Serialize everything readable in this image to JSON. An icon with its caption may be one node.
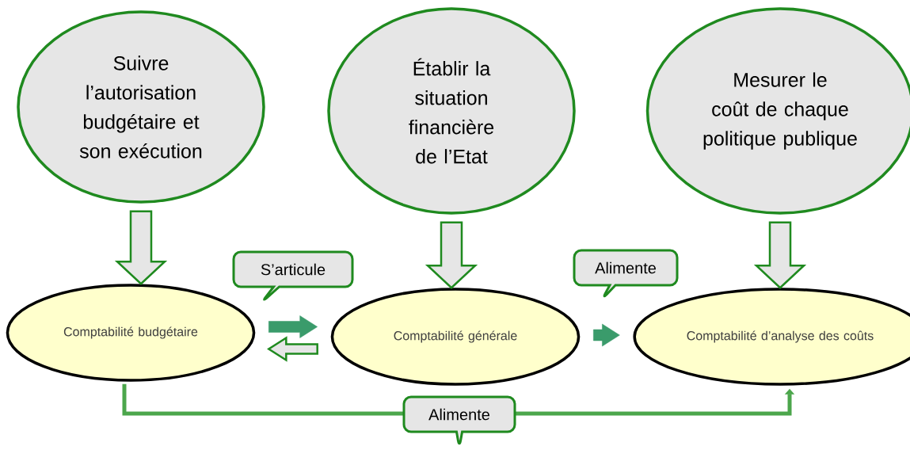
{
  "diagram": {
    "nodes": [
      {
        "text": [
          "Suivre l’autorisation budgétaire et son exécution"
        ]
      },
      {
        "text": [
          "Établir la situation financière de l’Etat"
        ]
      },
      {
        "text": [
          "Mesurer le coût de chaque politique publique"
        ]
      },
      {
        "text": [
          "Comptabilité budgétaire"
        ]
      },
      {
        "text": [
          "Comptabilité générale"
        ]
      },
      {
        "text": [
          "Comptabilité d’analyse des coûts"
        ]
      }
    ],
    "edges": [
      {
        "from": 0,
        "to": 3,
        "arrow": "to",
        "style": "thick"
      },
      {
        "from": 1,
        "to": 4,
        "arrow": "to",
        "style": "thick"
      },
      {
        "from": 2,
        "to": 5,
        "arrow": "to",
        "style": "thick"
      },
      {
        "from": 3,
        "to": 4,
        "arrow": "to",
        "style": "thick",
        "color": "#3a9b6b",
        "label": "S’articule"
      },
      {
        "from": 4,
        "to": 3,
        "arrow": "to",
        "style": "thick"
      },
      {
        "from": 4,
        "to": 5,
        "arrow": "to",
        "style": "thick",
        "color": "#3a9b6b",
        "label": "Alimente"
      },
      {
        "from": 3,
        "to": 5,
        "arrow": "to",
        "color": "#4ca64c",
        "label": "Alimente"
      }
    ]
  }
}
